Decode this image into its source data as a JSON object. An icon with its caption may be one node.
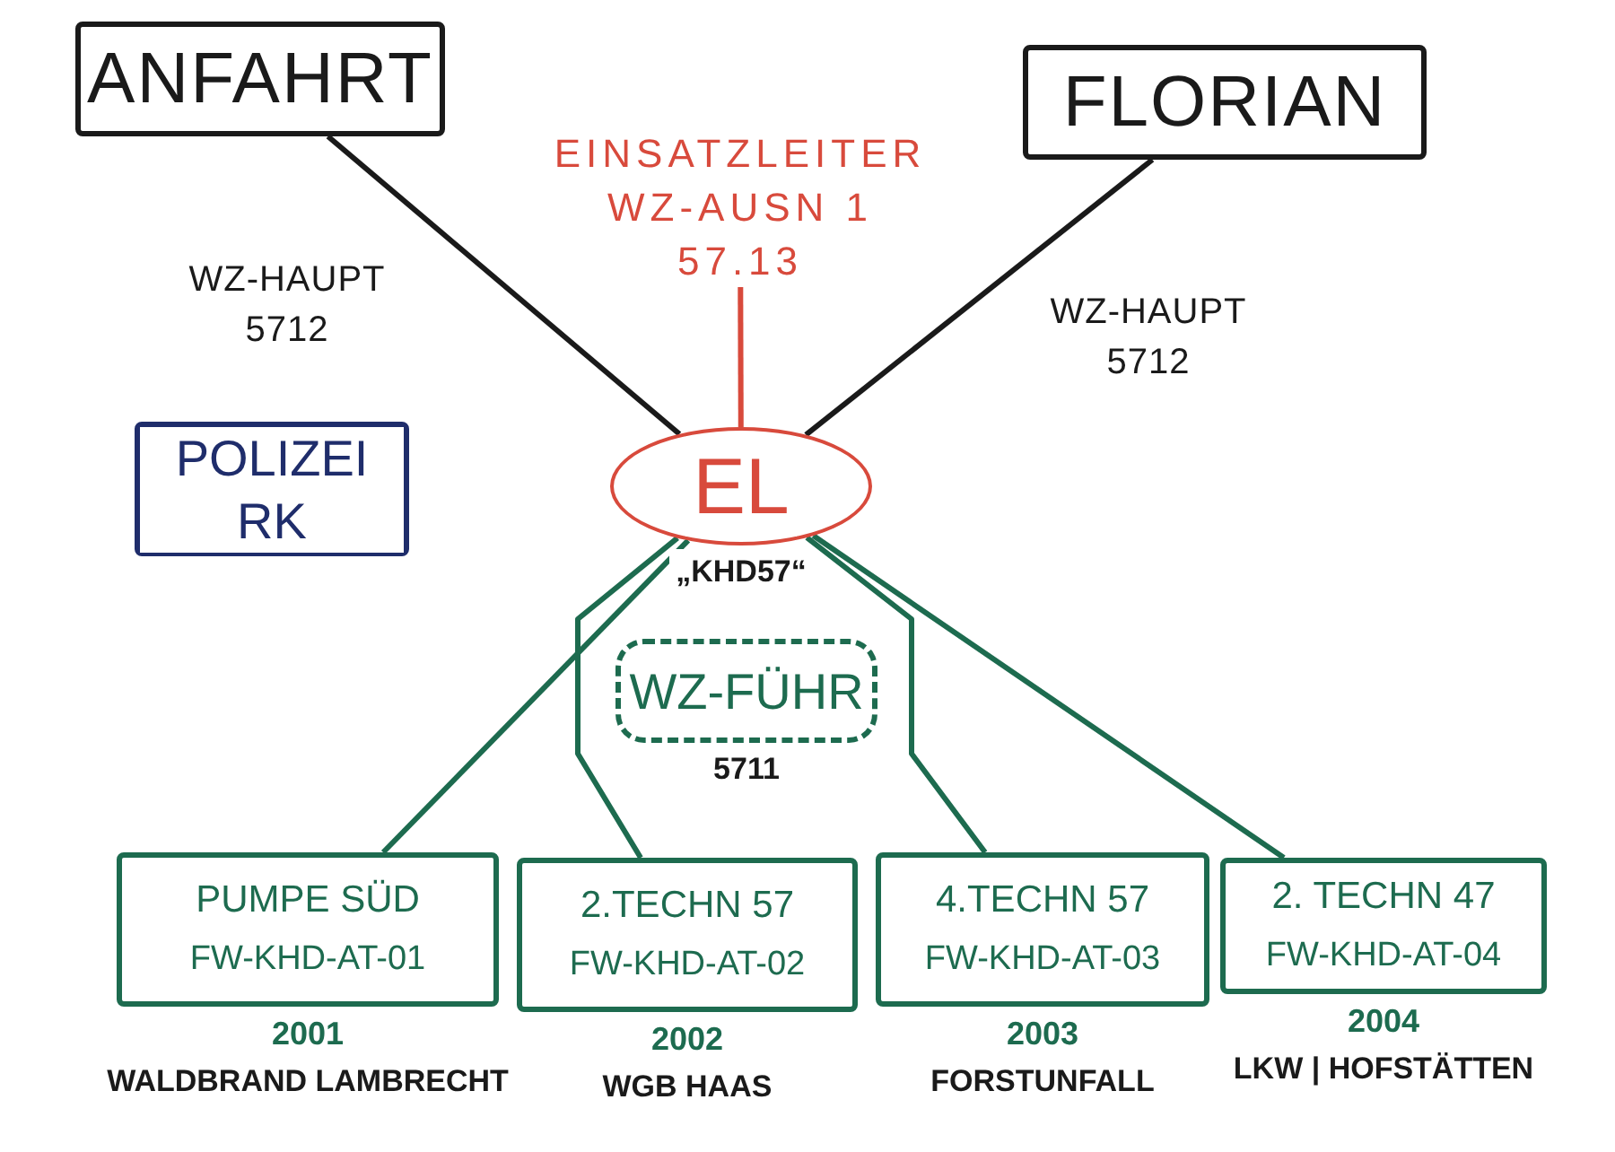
{
  "diagram": {
    "nodes": [
      {
        "text": [
          "ANFAHRT"
        ]
      },
      {
        "text": [
          "FLORIAN"
        ]
      },
      {
        "text": [
          "EINSATZLEITER WZ-AUSN 1 57.13"
        ]
      },
      {
        "text": [
          "POLIZEI RK"
        ]
      },
      {
        "text": [
          "EL"
        ],
        "beside": [
          "„KHD57“"
        ]
      },
      {
        "text": [
          "WZ-FÜHR"
        ],
        "beside": [
          "5711"
        ]
      },
      {
        "text": [
          "PUMPE SÜD",
          "FW-KHD-AT-01"
        ],
        "beside": [
          "2001",
          "WALDBRAND LAMBRECHT"
        ]
      },
      {
        "text": [
          "2.TECHN 57",
          "FW-KHD-AT-02"
        ],
        "beside": [
          "2002",
          "WGB HAAS"
        ]
      },
      {
        "text": [
          "4.TECHN 57",
          "FW-KHD-AT-03"
        ],
        "beside": [
          "2003",
          "FORSTUNFALL"
        ]
      },
      {
        "text": [
          "2. TECHN 47",
          "FW-KHD-AT-04"
        ],
        "beside": [
          "2004",
          "LKW | HOFSTÄTTEN"
        ]
      }
    ],
    "edges": [
      {
        "from": 0,
        "to": 4,
        "arrow": "none",
        "label": "WZ-HAUPT 5712",
        "color": "#1a1a1a"
      },
      {
        "from": 1,
        "to": 4,
        "arrow": "none",
        "label": "WZ-HAUPT 5712",
        "color": "#1a1a1a"
      },
      {
        "from": 2,
        "to": 4,
        "arrow": "none",
        "color": "#d84a3c"
      },
      {
        "from": 4,
        "to": 6,
        "arrow": "none"
      },
      {
        "from": 4,
        "to": 7,
        "arrow": "none"
      },
      {
        "from": 4,
        "to": 8,
        "arrow": "none"
      },
      {
        "from": 4,
        "to": 9,
        "arrow": "none"
      }
    ]
  }
}
